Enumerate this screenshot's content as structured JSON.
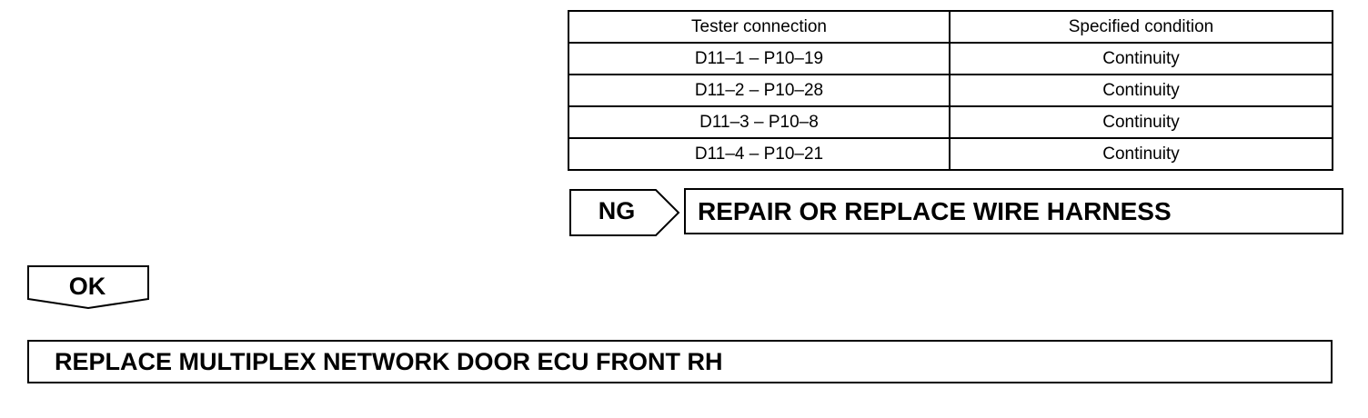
{
  "table": {
    "headers": [
      "Tester connection",
      "Specified condition"
    ],
    "rows": [
      [
        "D11–1 – P10–19",
        "Continuity"
      ],
      [
        "D11–2 – P10–28",
        "Continuity"
      ],
      [
        "D11–3 – P10–8",
        "Continuity"
      ],
      [
        "D11–4 – P10–21",
        "Continuity"
      ]
    ]
  },
  "ng": {
    "label": "NG",
    "action": "REPAIR OR REPLACE WIRE HARNESS"
  },
  "ok": {
    "label": "OK"
  },
  "final_action": "REPLACE MULTIPLEX NETWORK DOOR ECU FRONT RH"
}
